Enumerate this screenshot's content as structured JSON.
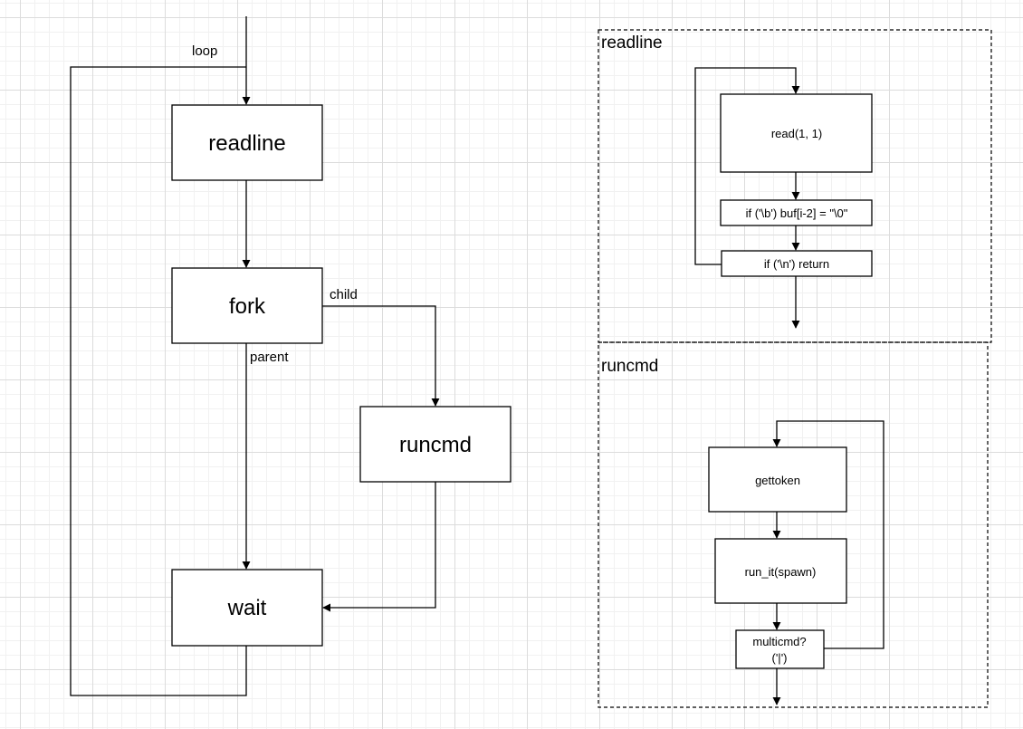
{
  "main_flow": {
    "loop_label": "loop",
    "readline": "readline",
    "fork": "fork",
    "child_label": "child",
    "parent_label": "parent",
    "runcmd": "runcmd",
    "wait": "wait"
  },
  "readline_panel": {
    "title": "readline",
    "read_step": "read(1, 1)",
    "backspace_step": "if ('\\b') buf[i-2] = \"\\0\"",
    "newline_step": "if ('\\n') return"
  },
  "runcmd_panel": {
    "title": "runcmd",
    "gettoken_step": "gettoken",
    "run_it_step": "run_it(spawn)",
    "multicmd_line1": "multicmd?",
    "multicmd_line2": "('|')"
  }
}
